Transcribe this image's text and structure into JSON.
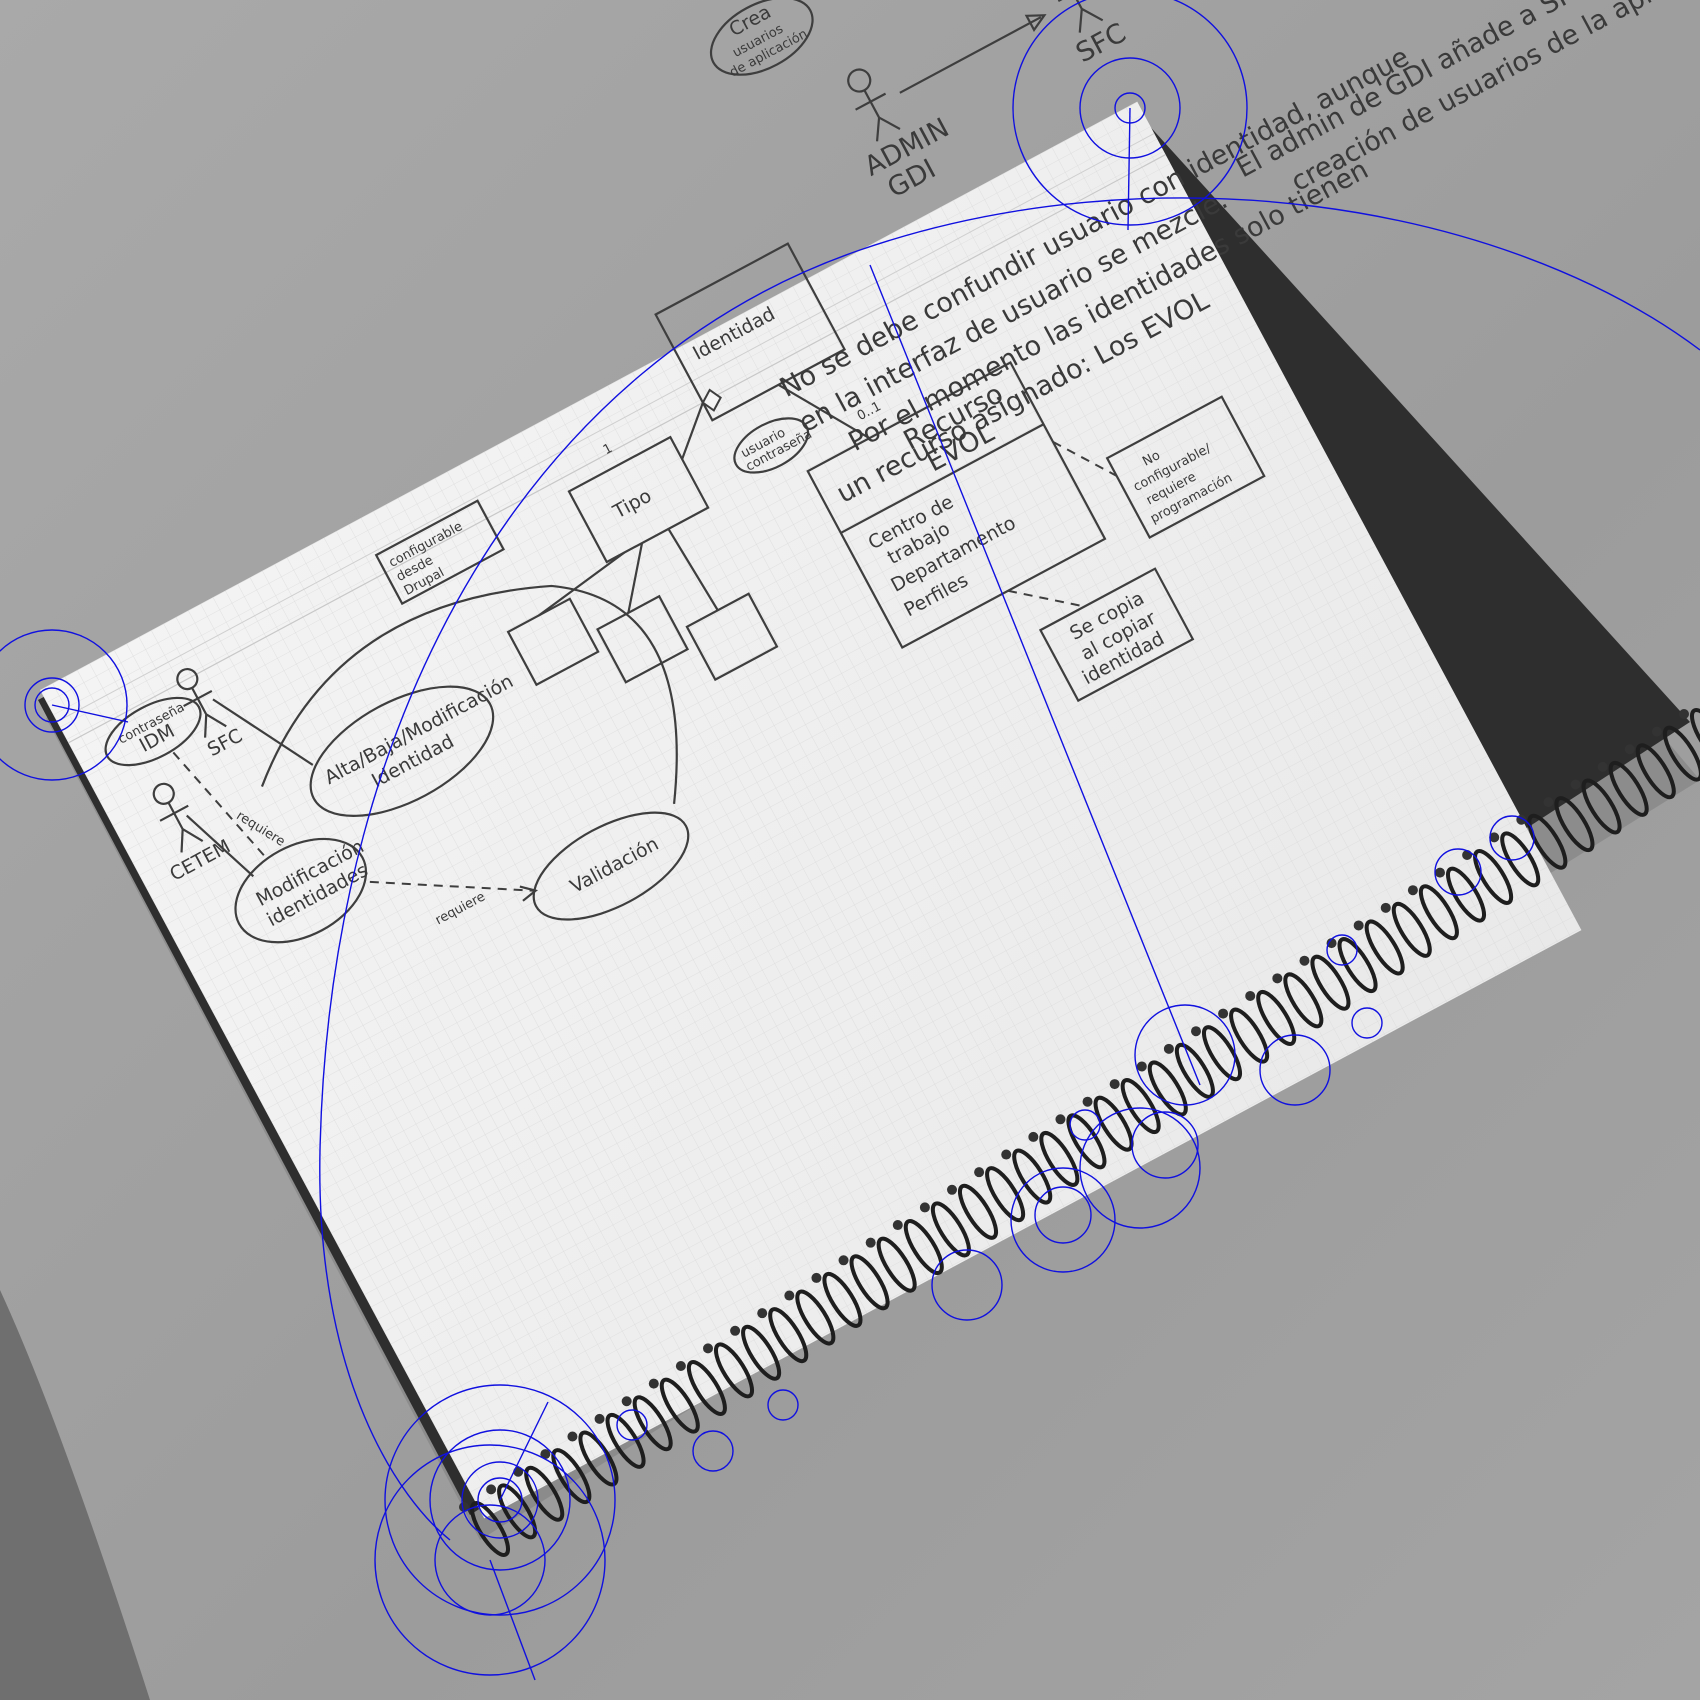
{
  "photo": {
    "subject": "spiral notebook with handwritten use-case and class diagram",
    "colors": {
      "table": "#9a9a9a",
      "paper": "#f1f1f1",
      "ink": "#3a3a3a",
      "overlay": "#1010e0"
    }
  },
  "notes": {
    "line1": "El admin de GDI añade a SFC la",
    "line2": "creación de usuarios de la aplicación",
    "line3": "No se debe confundir usuario con identidad, aunque",
    "line4": "en la interfaz de usuario se mezcle.",
    "line5": "Por el momento las identidades solo tienen",
    "line6": "un recurso asignado: Los EVOL"
  },
  "actors": {
    "admin_1": "ADMIN",
    "admin_2": "GDI",
    "sfc_right": "SFC",
    "sfc_left": "SFC",
    "cetem": "CETEM"
  },
  "usecases": {
    "crea_1": "Crea",
    "crea_2": "usuarios",
    "crea_3": "de aplicación",
    "alta_1": "Alta/Baja/Modificación",
    "alta_2": "Identidad",
    "modif_1": "Modificación",
    "modif_2": "identidades",
    "validacion": "Validación",
    "contrasena_1": "contraseña",
    "contrasena_2": "IDM",
    "usuario_c_1": "usuario",
    "usuario_c_2": "contraseña"
  },
  "relations": {
    "requiere_1": "requiere",
    "requiere_2": "requiere"
  },
  "classes": {
    "identidad": "Identidad",
    "tipo": "Tipo",
    "recurso_1": "Recurso",
    "recurso_2": "EVOL",
    "attr_1": "Centro de",
    "attr_2": "trabajo",
    "attr_3": "Departamento",
    "attr_4": "Perfiles",
    "mult_1": "1",
    "mult_2": "0..1"
  },
  "comments": {
    "c1_1": "No",
    "c1_2": "configurable/",
    "c1_3": "requiere",
    "c1_4": "programación",
    "c2_1": "Se copia",
    "c2_2": "al copiar",
    "c2_3": "identidad",
    "c3_1": "configurable",
    "c3_2": "desde",
    "c3_3": "Drupal"
  }
}
